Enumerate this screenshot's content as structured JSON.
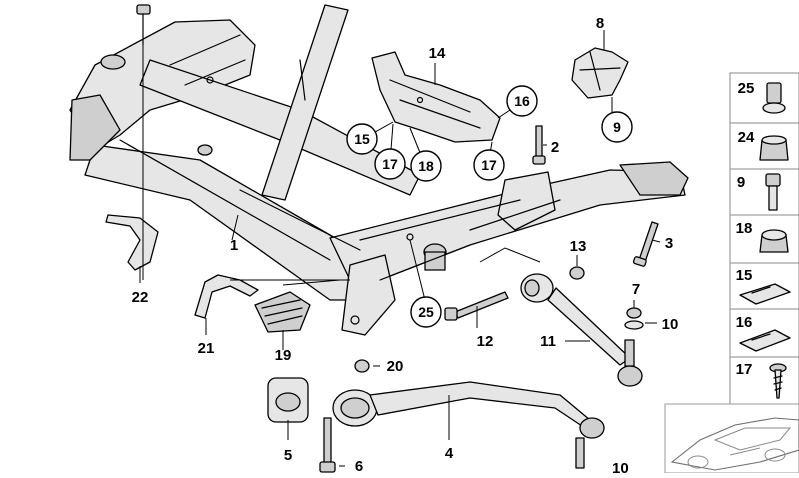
{
  "callouts": {
    "c1": "1",
    "c2": "2",
    "c3": "3",
    "c4": "4",
    "c5": "5",
    "c6": "6",
    "c7": "7",
    "c8": "8",
    "c9": "9",
    "c10": "10",
    "c11": "11",
    "c12": "12",
    "c13": "13",
    "c14": "14",
    "c15": "15",
    "c16": "16",
    "c17a": "17",
    "c17b": "17",
    "c18": "18",
    "c19": "19",
    "c20": "20",
    "c21": "21",
    "c22": "22",
    "c25": "25"
  },
  "legend": {
    "l25": "25",
    "l24": "24",
    "l9": "9",
    "l18": "18",
    "l15": "15",
    "l16": "16",
    "l17": "17"
  },
  "cut_off_label": "10"
}
